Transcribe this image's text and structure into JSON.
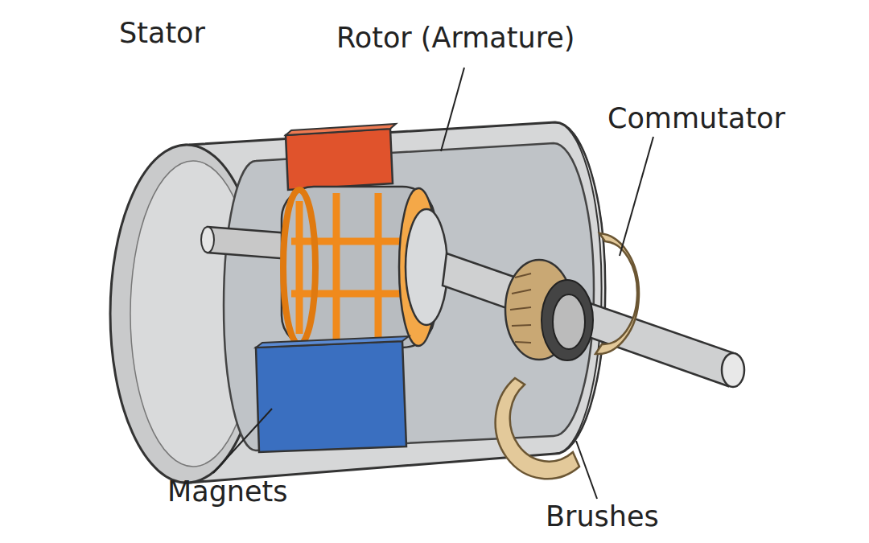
{
  "diagram": {
    "labels": [
      "Stator",
      "Rotor (Armature)",
      "Commutator",
      "Magnets",
      "Brushes"
    ]
  }
}
